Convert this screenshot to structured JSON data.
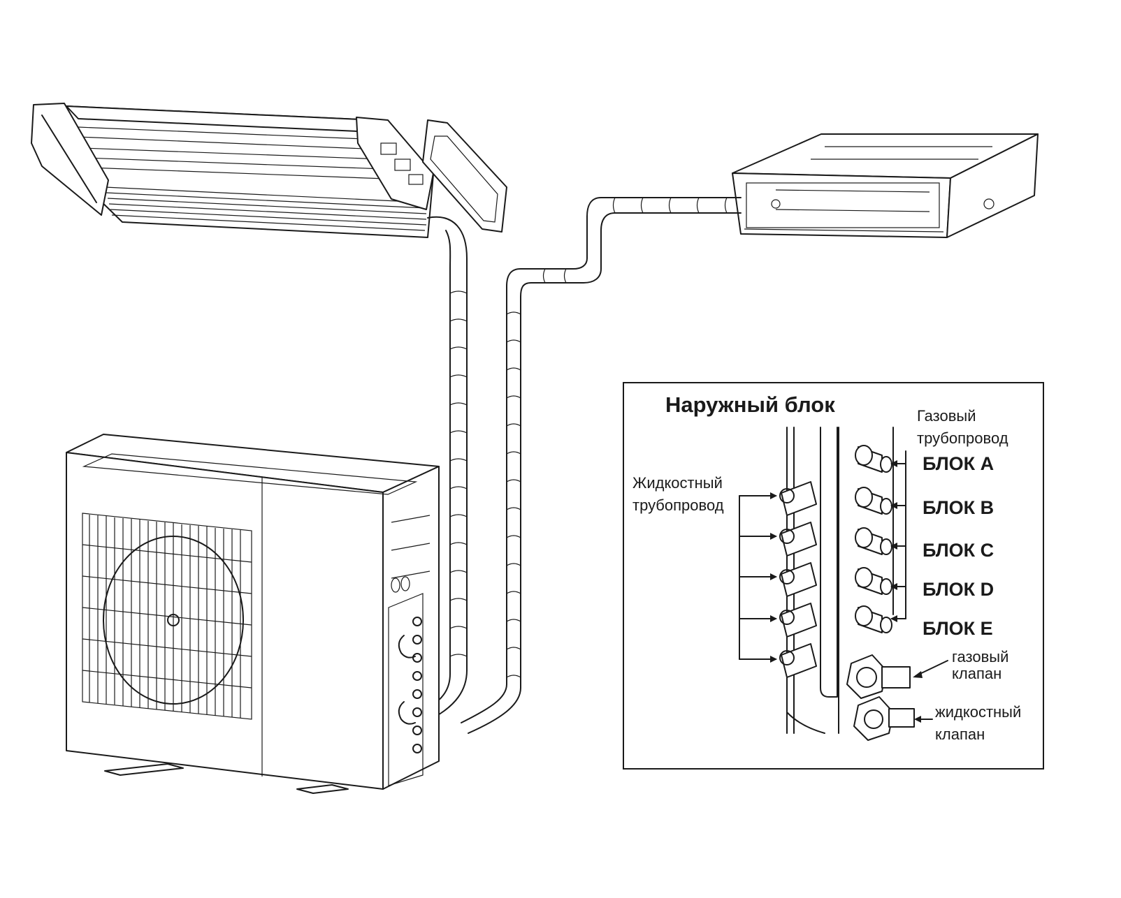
{
  "inset": {
    "title": "Наружный блок",
    "gas_pipe_label": [
      "Газовый",
      "трубопровод"
    ],
    "liquid_pipe_label": [
      "Жидкостный",
      "трубопровод"
    ],
    "units": [
      "БЛОК A",
      "БЛОК B",
      "БЛОК C",
      "БЛОК D",
      "БЛОК E"
    ],
    "gas_valve_label": [
      "газовый",
      "клапан"
    ],
    "liquid_valve_label": [
      "жидкостный",
      "клапан"
    ]
  },
  "icons": {
    "cassette_unit": "ceiling-cassette-indoor-unit-icon",
    "duct_unit": "ducted-indoor-unit-icon",
    "outdoor_unit": "outdoor-condenser-unit-icon"
  },
  "colors": {
    "line": "#1a1a1a",
    "background": "#ffffff"
  }
}
